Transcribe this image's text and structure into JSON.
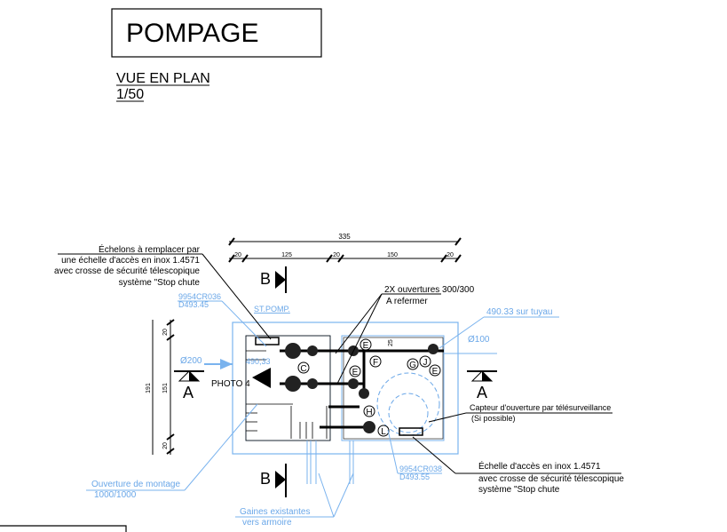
{
  "title": "POMPAGE",
  "view": {
    "name": "VUE EN PLAN",
    "scale": "1/50"
  },
  "dimensions": {
    "total_width": "335",
    "segments": [
      "20",
      "125",
      "20",
      "150",
      "20"
    ],
    "total_height": "191",
    "vertical_segments": [
      "20",
      "151",
      "20"
    ],
    "small_dim": "25"
  },
  "sections": {
    "a": "A",
    "b": "B"
  },
  "annotations": {
    "echelons": [
      "Échelons à remplacer par",
      "une échelle d'accès en inox 1.4571",
      "avec crosse de sécurité télescopique",
      "système \"Stop chute"
    ],
    "ref1": [
      "9954CR036",
      "D493.45"
    ],
    "st_pomp": "ST.POMP.",
    "ouvertures": [
      "2X ouvertures 300/300",
      "A refermer"
    ],
    "sur_tuyau": "490.33 sur tuyau",
    "d100": "Ø100",
    "d200": "Ø200",
    "level": "490,33",
    "photo": "PHOTO 4",
    "capteur": [
      "Capteur d'ouverture par télésurveillance",
      "(Si possible)"
    ],
    "echelle": [
      "Échelle d'accès en inox 1.4571",
      "avec crosse de sécurité télescopique",
      "système \"Stop chute"
    ],
    "ref2": [
      "9954CR038",
      "D493.55"
    ],
    "ouverture_montage": [
      "Ouverture de montage",
      "1000/1000"
    ],
    "gaines": [
      "Gaines existantes",
      "vers armoire"
    ]
  },
  "item_labels": [
    "C",
    "E",
    "E",
    "F",
    "G",
    "J",
    "E",
    "H",
    "L"
  ]
}
